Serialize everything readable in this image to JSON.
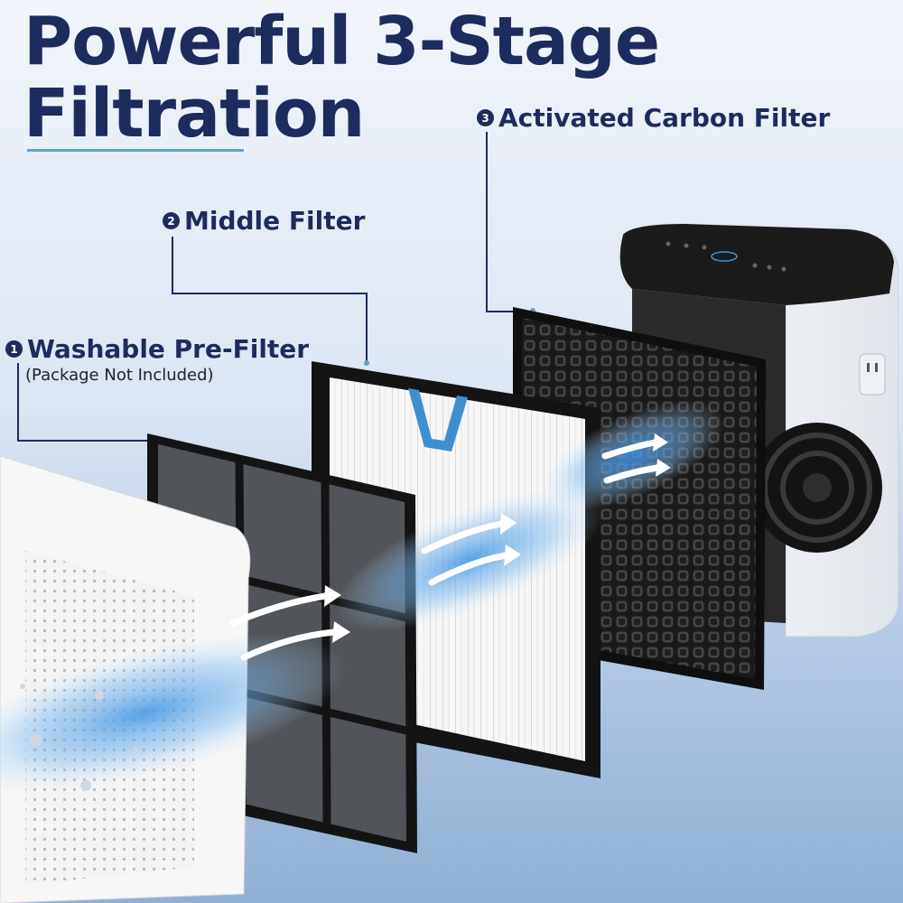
{
  "title": {
    "line1": "Powerful 3-Stage",
    "line2": "Filtration"
  },
  "stages": [
    {
      "number": "1",
      "name": "Washable Pre-Filter",
      "note": "(Package Not Included)"
    },
    {
      "number": "2",
      "name": "Middle Filter"
    },
    {
      "number": "3",
      "name": "Activated Carbon Filter"
    }
  ],
  "colors": {
    "title": "#1d2b5e",
    "accent": "#5aa3de",
    "airflow": "#2f86d8"
  }
}
